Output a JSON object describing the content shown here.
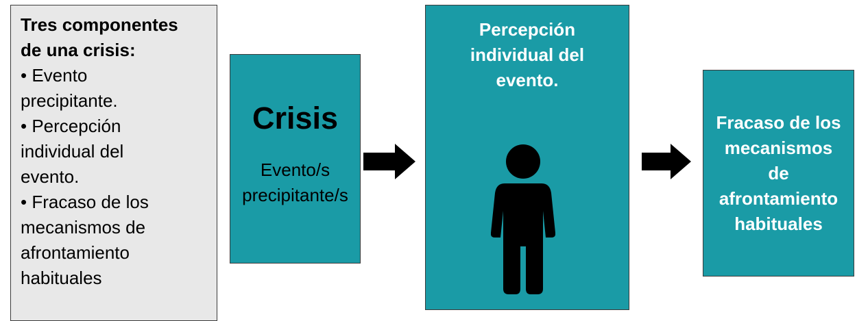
{
  "summary": {
    "title_line1": "Tres componentes",
    "title_line2": "de una crisis:",
    "items": [
      "Evento precipitante.",
      "Percepción individual del evento.",
      "Fracaso de los mecanismos de afrontamiento habituales"
    ]
  },
  "crisis_box": {
    "heading": "Crisis",
    "subtitle_line1": "Evento/s",
    "subtitle_line2": "precipitante/s"
  },
  "perception_box": {
    "line1": "Percepción",
    "line2": "individual del",
    "line3": "evento."
  },
  "failure_box": {
    "line1": "Fracaso de los",
    "line2": "mecanismos",
    "line3": "de",
    "line4": "afrontamiento",
    "line5": "habituales"
  },
  "colors": {
    "teal": "#1a9ba6",
    "grey_panel": "#e8e8e8",
    "arrow": "#000000"
  },
  "icons": [
    "arrow-right-icon",
    "person-icon",
    "arrow-right-icon"
  ]
}
